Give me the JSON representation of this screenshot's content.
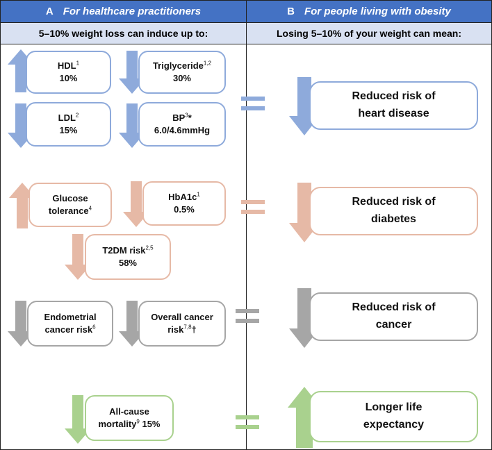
{
  "panel_a": {
    "letter": "A",
    "title": "For healthcare practitioners",
    "subtitle": "5–10% weight loss can induce up to:",
    "groups": [
      {
        "color": "#8eaadb",
        "items": [
          {
            "name": "HDL",
            "sup": "1",
            "value": "10%",
            "arrow": "up"
          },
          {
            "name": "Triglyceride",
            "sup": "1,2",
            "value": "30%",
            "arrow": "down"
          },
          {
            "name": "LDL",
            "sup": "2",
            "value": "15%",
            "arrow": "down"
          },
          {
            "name": "BP",
            "sup": "3",
            "suffix": "*",
            "value": "6.0/4.6mmHg",
            "arrow": "down"
          }
        ]
      },
      {
        "color": "#e6b9a6",
        "items": [
          {
            "line1": "Glucose",
            "line2": "tolerance",
            "sup": "4",
            "arrow": "up"
          },
          {
            "name": "HbA1c",
            "sup": "1",
            "value": "0.5%",
            "arrow": "down"
          },
          {
            "name": "T2DM risk",
            "sup": "2,5",
            "value": "58%",
            "arrow": "down"
          }
        ]
      },
      {
        "color": "#a6a6a6",
        "items": [
          {
            "line1": "Endometrial",
            "line2": "cancer risk",
            "sup": "6",
            "arrow": "down"
          },
          {
            "line1": "Overall cancer",
            "line2": "risk",
            "sup": "7,8",
            "suffix": "†",
            "arrow": "down"
          }
        ]
      },
      {
        "color": "#a9d18e",
        "items": [
          {
            "line1": "All-cause",
            "line2": "mortality",
            "sup": "9",
            "value": "15%",
            "arrow": "down"
          }
        ]
      }
    ]
  },
  "panel_b": {
    "letter": "B",
    "title": "For people living with obesity",
    "subtitle": "Losing 5–10% of your weight can mean:",
    "outcomes": [
      {
        "line1": "Reduced risk of",
        "line2": "heart disease",
        "arrow": "down",
        "color": "#8eaadb"
      },
      {
        "line1": "Reduced risk of",
        "line2": "diabetes",
        "arrow": "down",
        "color": "#e6b9a6"
      },
      {
        "line1": "Reduced risk of",
        "line2": "cancer",
        "arrow": "down",
        "color": "#a6a6a6"
      },
      {
        "line1": "Longer life",
        "line2": "expectancy",
        "arrow": "up",
        "color": "#a9d18e"
      }
    ]
  },
  "colors": {
    "header": "#4472c4",
    "subheader": "#d9e1f2",
    "blue": "#8eaadb",
    "salmon": "#e6b9a6",
    "gray": "#a6a6a6",
    "green": "#a9d18e"
  }
}
